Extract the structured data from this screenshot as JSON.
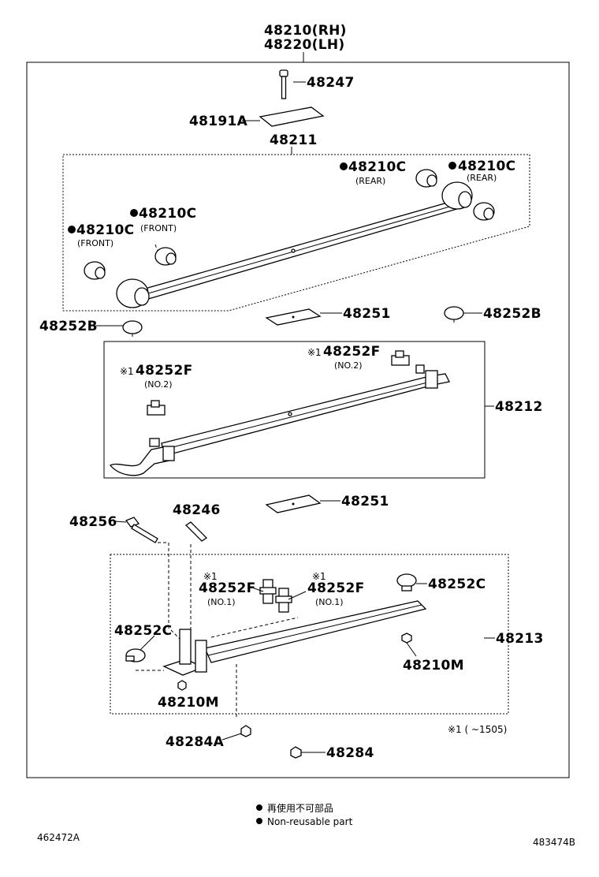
{
  "title": {
    "line1": "48210(RH)",
    "line2": "48220(LH)"
  },
  "labels": {
    "bolt_48247": "48247",
    "plate_48191A": "48191A",
    "spring_48211": "48211",
    "bush_front_1": "48210C",
    "bush_front_1_note": "(FRONT)",
    "bush_front_2": "48210C",
    "bush_front_2_note": "(FRONT)",
    "bush_rear_1": "48210C",
    "bush_rear_1_note": "(REAR)",
    "bush_rear_2": "48210C",
    "bush_rear_2_note": "(REAR)",
    "pad_48251_top": "48251",
    "bumper_48252B_left": "48252B",
    "bumper_48252B_right": "48252B",
    "clip_no2_left": "48252F",
    "clip_no2_left_note": "(NO.2)",
    "clip_no2_right": "48252F",
    "clip_no2_right_note": "(NO.2)",
    "spring_48212": "48212",
    "pad_48251_mid": "48251",
    "bolt_48256": "48256",
    "pin_48246": "48246",
    "clip_no1_left": "48252F",
    "clip_no1_left_note": "(NO.1)",
    "clip_no1_right": "48252F",
    "clip_no1_right_note": "(NO.1)",
    "bumper_48252C_right": "48252C",
    "bumper_48252C_left": "48252C",
    "spring_48213": "48213",
    "nut_48210M_right": "48210M",
    "nut_48210M_left": "48210M",
    "nut_48284A": "48284A",
    "nut_48284": "48284",
    "mark_ref": "※1",
    "footnote_range": "※1 (      ~1505)"
  },
  "legend": {
    "jp": "再使用不可部品",
    "en": "Non-reusable part"
  },
  "footer": {
    "left_code": "462472A",
    "right_code": "483474B"
  }
}
